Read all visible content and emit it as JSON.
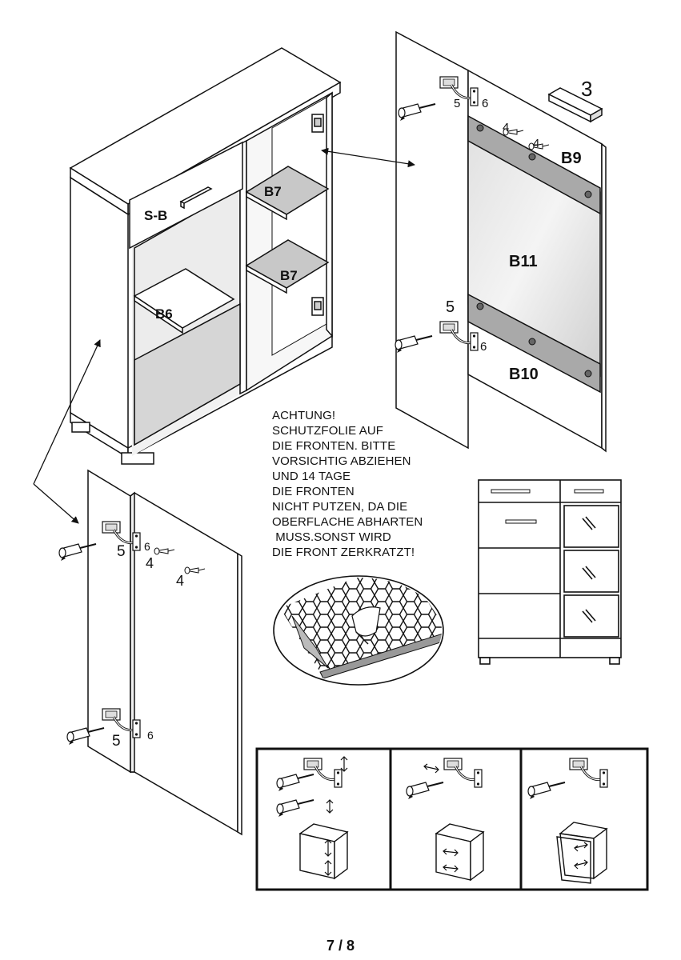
{
  "labels": {
    "drawer": "S-B",
    "shelf_top": "B7",
    "shelf_mid": "B7",
    "shelf_left": "B6",
    "panel_top": "B9",
    "glass": "B11",
    "panel_bottom": "B10",
    "handle": "3",
    "hinge_screw": "5",
    "hinge_screw_lower": "5",
    "hinge": "6",
    "hinge_lower": "6",
    "screw_a": "4",
    "screw_b": "4",
    "door_hinge_screw": "5",
    "door_hinge": "6",
    "door_screw_a": "4",
    "door_screw_b": "4",
    "door_hinge_screw_lower": "5",
    "door_hinge_lower": "6"
  },
  "warning_lines": [
    "ACHTUNG!",
    "SCHUTZFOLIE AUF",
    "DIE FRONTEN. BITTE",
    "VORSICHTIG ABZIEHEN",
    "UND 14 TAGE",
    "DIE FRONTEN",
    "NICHT PUTZEN, DA DIE",
    "OBERFLACHE ABHARTEN",
    " MUSS.SONST WIRD",
    "DIE FRONT ZERKRATZT!"
  ],
  "page_number": "7 / 8"
}
